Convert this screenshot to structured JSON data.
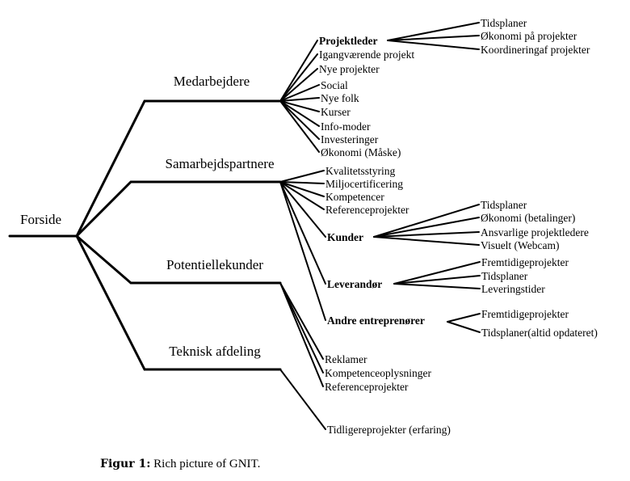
{
  "diagram": {
    "root": "Forside",
    "branches": [
      {
        "label": "Medarbejdere",
        "children": [
          {
            "label": "Projektleder",
            "bold": true,
            "children": [
              "Tidsplaner",
              "Økonomi på projekter",
              "Koordineringaf projekter"
            ]
          },
          {
            "label": "Igangværende projekt"
          },
          {
            "label": "Nye projekter"
          },
          {
            "label": "Social"
          },
          {
            "label": "Nye folk"
          },
          {
            "label": "Kurser"
          },
          {
            "label": "Info-moder"
          },
          {
            "label": "Investeringer"
          },
          {
            "label": "Økonomi (Måske)"
          }
        ]
      },
      {
        "label": "Samarbejdspartnere",
        "children": [
          {
            "label": "Kvalitetsstyring"
          },
          {
            "label": "Miljocertificering"
          },
          {
            "label": "Kompetencer"
          },
          {
            "label": "Referenceprojekter"
          },
          {
            "label": "Kunder",
            "bold": true,
            "children": [
              "Tidsplaner",
              "Økonomi (betalinger)",
              "Ansvarlige projektledere",
              "Visuelt (Webcam)"
            ]
          },
          {
            "label": "Leverandør",
            "bold": true,
            "children": [
              "Fremtidigeprojekter",
              "Tidsplaner",
              "Leveringstider"
            ]
          },
          {
            "label": "Andre entreprenører",
            "bold": true,
            "children": [
              "Fremtidigeprojekter",
              "Tidsplaner(altid opdateret)"
            ]
          }
        ]
      },
      {
        "label": "Potentiellekunder",
        "children": [
          {
            "label": "Reklamer"
          },
          {
            "label": "Kompetenceoplysninger"
          },
          {
            "label": "Referenceprojekter"
          }
        ]
      },
      {
        "label": "Teknisk afdeling",
        "children": [
          {
            "label": "Tidligereprojekter (erfaring)"
          }
        ]
      }
    ]
  },
  "caption": {
    "prefix": "Figur 1:",
    "text": "Rich picture of GNIT."
  }
}
